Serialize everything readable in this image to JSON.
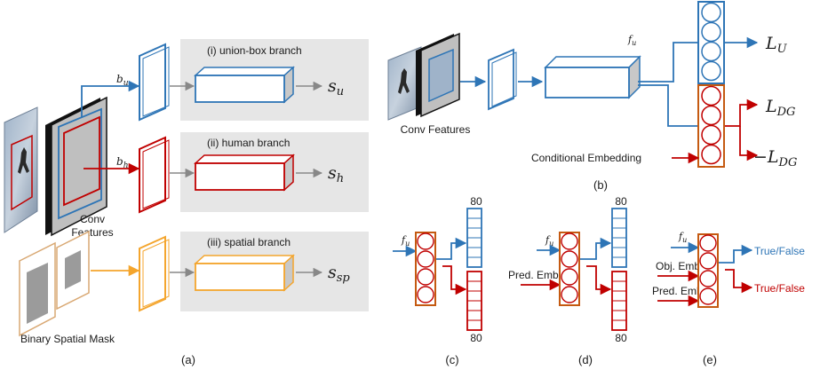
{
  "panel_a": {
    "union_branch": "(i) union-box branch",
    "human_branch": "(ii) human branch",
    "spatial_branch": "(iii) spatial branch",
    "conv_features_line1": "Conv",
    "conv_features_line2": "Features",
    "binary_spatial_mask": "Binary Spatial Mask",
    "b_u": "b",
    "b_u_sub": "u",
    "b_h": "b",
    "b_h_sub": "h",
    "s_u": "s",
    "s_u_sub": "u",
    "s_h": "s",
    "s_h_sub": "h",
    "s_sp": "s",
    "s_sp_sub": "sp",
    "caption": "(a)"
  },
  "panel_b": {
    "conv_features": "Conv Features",
    "conditional_embedding": "Conditional Embedding",
    "f_u": "f",
    "f_u_sub": "u",
    "L_U": "L",
    "L_U_sub": "U",
    "L_DG": "L",
    "L_DG_sub": "DG",
    "neg_L_DG": "−L",
    "neg_L_DG_sub": "DG",
    "caption": "(b)"
  },
  "panel_c": {
    "f_u": "f",
    "f_u_sub": "u",
    "top_count": "80",
    "bottom_count": "80",
    "caption": "(c)"
  },
  "panel_d": {
    "f_u": "f",
    "f_u_sub": "u",
    "pred_emb": "Pred. Emb",
    "top_count": "80",
    "bottom_count": "80",
    "caption": "(d)"
  },
  "panel_e": {
    "f_u": "f",
    "f_u_sub": "u",
    "obj_emb": "Obj. Emb.",
    "pred_emb": "Pred. Emb.",
    "true_false_top": "True/False",
    "true_false_bottom": "True/False",
    "caption": "(e)"
  },
  "colors": {
    "blue": "#2e75b6",
    "red": "#c00000",
    "orange": "#f4a52d",
    "dark_orange": "#c55a11",
    "panel_gray": "#e6e6e6",
    "text": "#1a1a1a"
  }
}
